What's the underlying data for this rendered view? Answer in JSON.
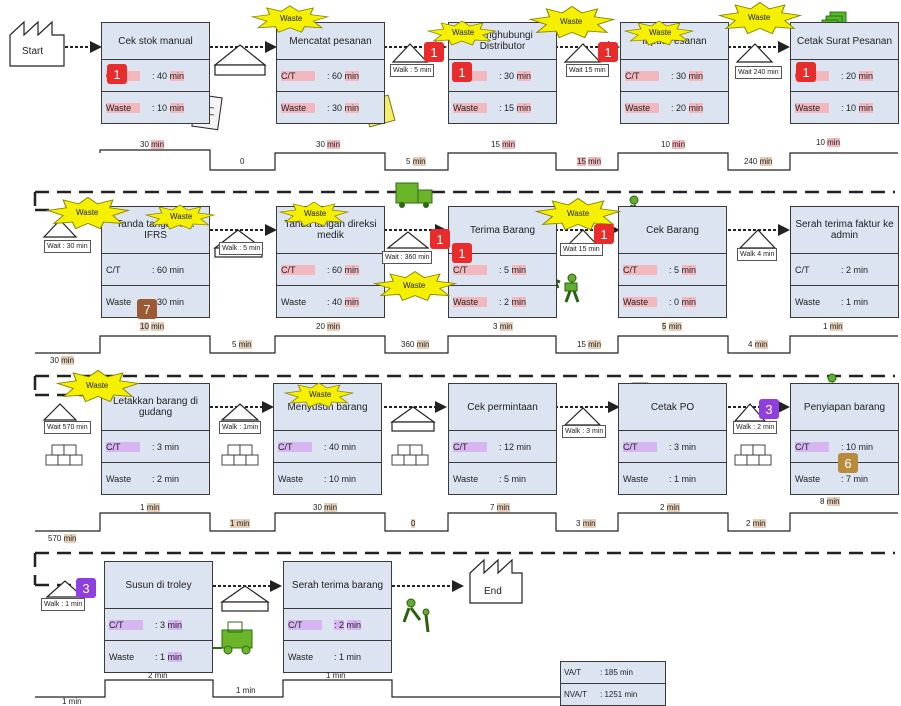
{
  "start_label": "Start",
  "end_label": "End",
  "waste_label": "Waste",
  "row1": {
    "processes": [
      {
        "title": "Cek stok manual",
        "ct_label": "C/T",
        "ct": ": 40",
        "ct_unit": "min",
        "waste_label": "Waste",
        "waste": ": 10",
        "waste_unit": "min"
      },
      {
        "title": "Mencatat pesanan",
        "ct_label": "C/T",
        "ct": ": 60",
        "ct_unit": "min",
        "waste_label": "Waste",
        "waste": ": 30",
        "waste_unit": "min"
      },
      {
        "title": "Menghubungi Distributor",
        "ct_label": "C/T",
        "ct": ": 30",
        "ct_unit": "min",
        "waste_label": "Waste",
        "waste": ": 15",
        "waste_unit": "min"
      },
      {
        "title": "Input Pesanan",
        "ct_label": "C/T",
        "ct": ": 30",
        "ct_unit": "min",
        "waste_label": "Waste",
        "waste": ": 20",
        "waste_unit": "min"
      },
      {
        "title": "Cetak Surat Pesanan",
        "ct_label": "C/T",
        "ct": ": 20",
        "ct_unit": "min",
        "waste_label": "Waste",
        "waste": ": 10",
        "waste_unit": "min"
      }
    ],
    "waits": [
      "Walk : 5 min",
      "Wait 15 min",
      "Wait 240 min"
    ],
    "top_times": [
      "30",
      "30",
      "15",
      "10",
      "10"
    ],
    "bottom_times": [
      "0",
      "5",
      "15",
      "240"
    ],
    "unit": "min"
  },
  "row2": {
    "processes": [
      {
        "title": "Tanda tangan Ka. IFRS",
        "ct_label": "C/T",
        "ct": ": 60 min",
        "waste_label": "Waste",
        "waste": ": 30 min"
      },
      {
        "title": "Tanda tangan direksi medik",
        "ct_label": "C/T",
        "ct": ": 60",
        "ct_unit": "min",
        "waste_label": "Waste",
        "waste": ": 40",
        "waste_unit": "min"
      },
      {
        "title": "Terima Barang",
        "ct_label": "C/T",
        "ct": ": 5",
        "ct_unit": "min",
        "waste_label": "Waste",
        "waste": ": 2",
        "waste_unit": "min"
      },
      {
        "title": "Cek Barang",
        "ct_label": "C/T",
        "ct": ": 5",
        "ct_unit": "min",
        "waste_label": "Waste",
        "waste": ": 0",
        "waste_unit": "min"
      },
      {
        "title": "Serah terima faktur ke admin",
        "ct_label": "C/T",
        "ct": ": 2 min",
        "waste_label": "Waste",
        "waste": ": 1 min"
      }
    ],
    "waits": [
      "Wait : 30 min",
      "Walk : 5 min",
      "Wait : 360 min",
      "Wait 15 min",
      "Walk 4 min"
    ],
    "top_times": [
      "10",
      "20",
      "3",
      "5",
      "1"
    ],
    "bottom_times": [
      "30",
      "5",
      "360",
      "15",
      "4"
    ],
    "unit": "min"
  },
  "row3": {
    "processes": [
      {
        "title": "Letakkan barang di gudang",
        "ct_label": "C/T",
        "ct": ": 3 min",
        "waste_label": "Waste",
        "waste": ": 2 min"
      },
      {
        "title": "Menyusun barang",
        "ct_label": "C/T",
        "ct": ": 40 min",
        "waste_label": "Waste",
        "waste": ": 10 min"
      },
      {
        "title": "Cek permintaan",
        "ct_label": "C/T",
        "ct": ": 12 min",
        "waste_label": "Waste",
        "waste": ": 5 min"
      },
      {
        "title": "Cetak PO",
        "ct_label": "C/T",
        "ct": ": 3 min",
        "waste_label": "Waste",
        "waste": ": 1 min"
      },
      {
        "title": "Penyiapan barang",
        "ct_label": "C/T",
        "ct": ": 10 min",
        "waste_label": "Waste",
        "waste": ": 7 min"
      }
    ],
    "waits": [
      "Wait 570 min",
      "Walk : 1min",
      "Walk : 3 min",
      "Walk : 2 min"
    ],
    "top_times": [
      "1",
      "30",
      "7",
      "2",
      "8"
    ],
    "bottom_times": [
      "570",
      "1",
      "0",
      "3",
      "2"
    ],
    "unit": "min"
  },
  "row4": {
    "processes": [
      {
        "title": "Susun di troley",
        "ct_label": "C/T",
        "ct": ": 3",
        "ct_unit": "min",
        "waste_label": "Waste",
        "waste": ": 1",
        "waste_unit": "min"
      },
      {
        "title": "Serah terima barang",
        "ct_label": "C/T",
        "ct": ": 2",
        "ct_unit": "min",
        "waste_label": "Waste",
        "waste": ": 1 min"
      }
    ],
    "waits": [
      "Walk : 1 min"
    ],
    "top_times": [
      "2 min",
      "1 min"
    ],
    "bottom_times": [
      "1 min",
      "1 min"
    ]
  },
  "badges": {
    "one": "1",
    "three": "3",
    "six": "6",
    "seven": "7"
  },
  "summary": {
    "va_label": "VA/T",
    "va_value": ": 185 min",
    "nva_label": "NVA/T",
    "nva_value": ": 1251 min"
  }
}
